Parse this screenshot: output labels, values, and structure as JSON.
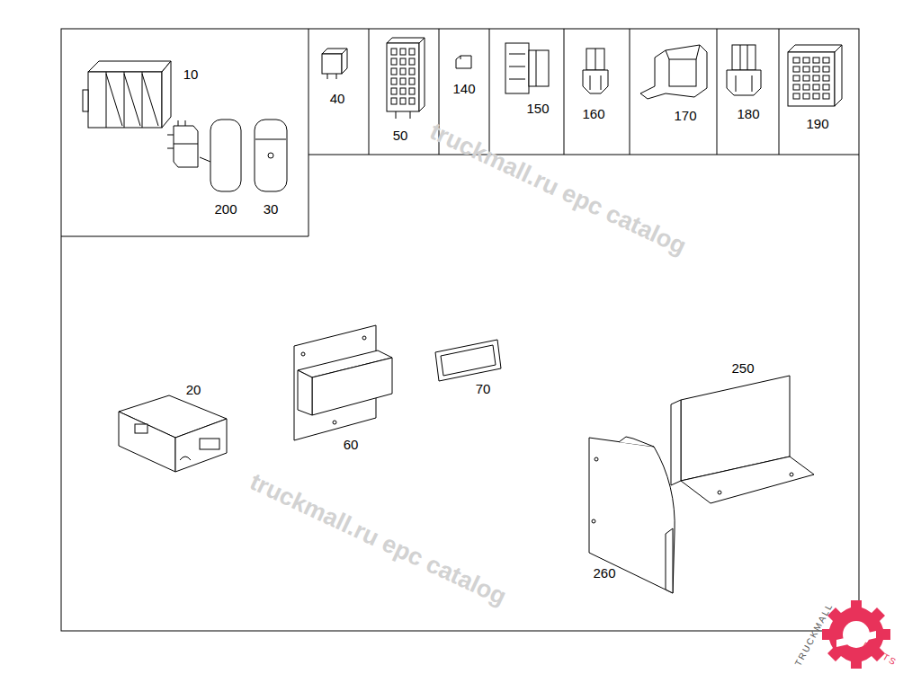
{
  "diagram": {
    "labels": [
      "10",
      "200",
      "30",
      "40",
      "50",
      "140",
      "150",
      "160",
      "170",
      "180",
      "190",
      "20",
      "60",
      "70",
      "250",
      "260",
      "truckmall.ru epc catalog",
      "truckmall.ru epc catalog",
      "TRUCKMALL",
      "PARTS"
    ]
  }
}
